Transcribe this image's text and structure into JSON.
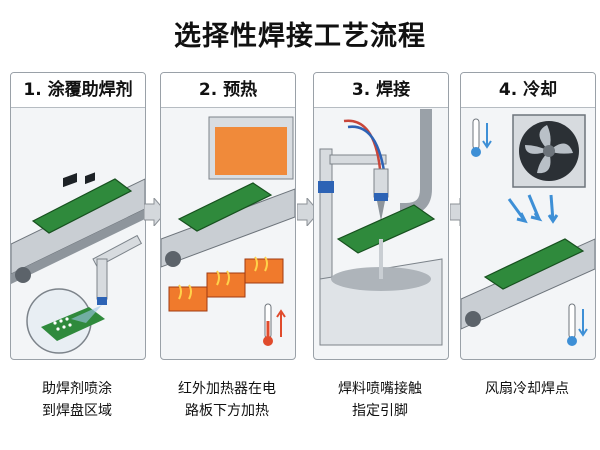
{
  "title": "选择性焊接工艺流程",
  "steps": [
    {
      "label": "1. 涂覆助焊剂",
      "caption_line1": "助焊剂喷涂",
      "caption_line2": "到焊盘区域"
    },
    {
      "label": "2. 预热",
      "caption_line1": "红外加热器在电",
      "caption_line2": "路板下方加热"
    },
    {
      "label": "3. 焊接",
      "caption_line1": "焊料喷嘴接触",
      "caption_line2": "指定引脚"
    },
    {
      "label": "4. 冷却",
      "caption_line1": "风扇冷却焊点",
      "caption_line2": ""
    }
  ],
  "colors": {
    "pcb": "#2f8a3c",
    "heater": "#f07a2c",
    "cool_arrow": "#3d8fd6",
    "heat_arrow": "#e04b2c"
  }
}
